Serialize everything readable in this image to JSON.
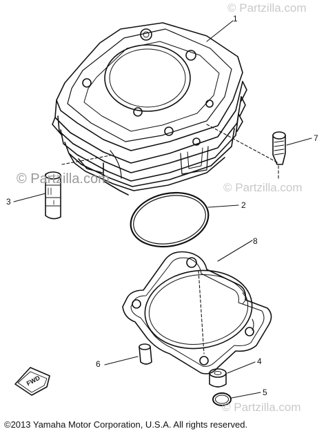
{
  "watermarks": {
    "top": "© Partzilla.com",
    "mid_left": "© Partzilla.com",
    "mid_right": "© Partzilla.com",
    "bottom_right": "© Partzilla.com"
  },
  "callouts": {
    "cylinder": "1",
    "o_ring_large": "2",
    "dowel_pin_left": "3",
    "dowel_pin_bottom": "4",
    "o_ring_small": "5",
    "dowel_pin_6": "6",
    "bolt": "7",
    "gasket": "8"
  },
  "fwd_label": "FWD",
  "copyright": "©2013 Yamaha Motor Corporation, U.S.A. All rights reserved."
}
